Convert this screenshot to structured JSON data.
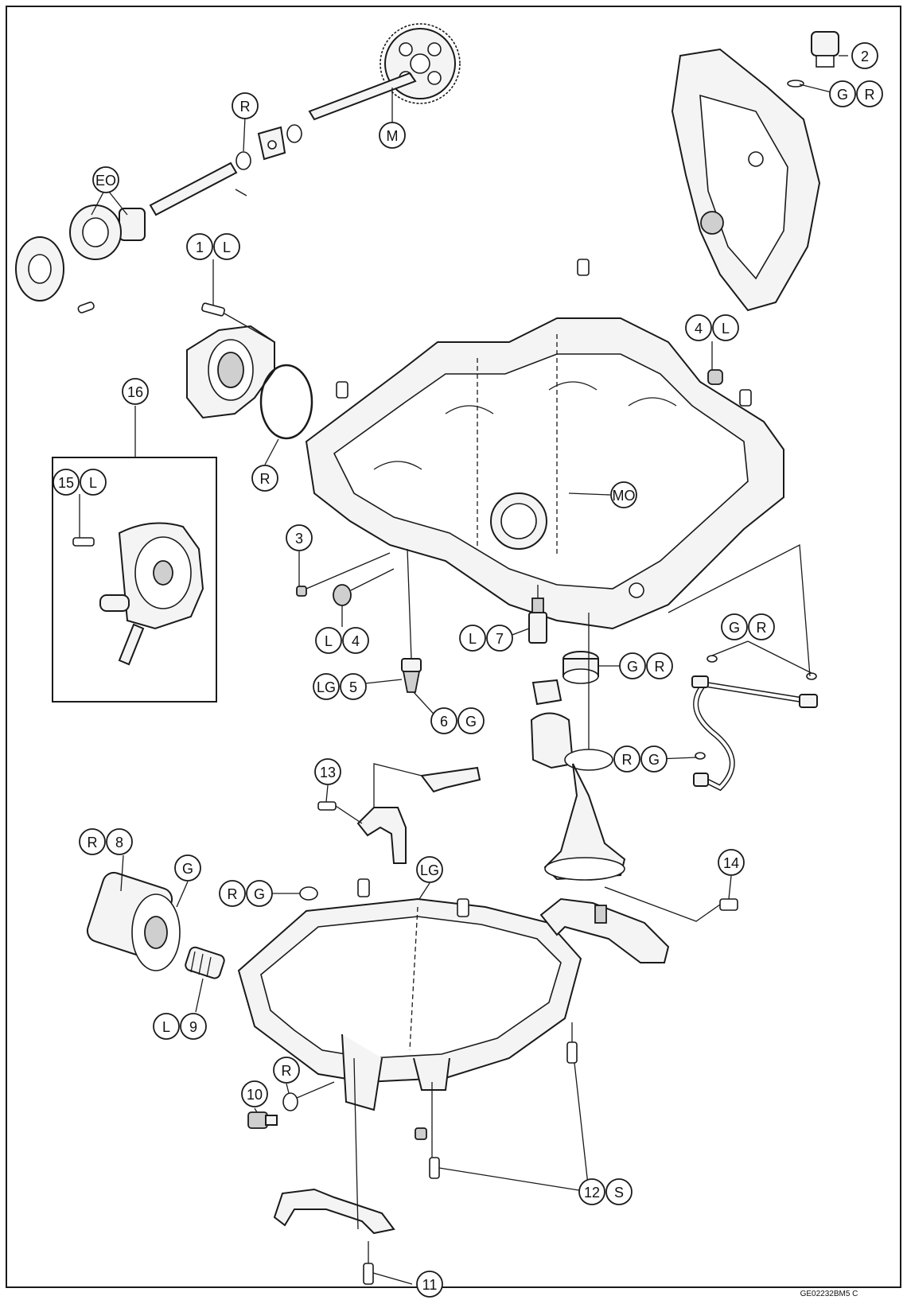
{
  "figure_code": "GE02232BM5 C",
  "callouts": [
    {
      "id": "c2",
      "texts": [
        "2"
      ]
    },
    {
      "id": "cGR_top",
      "texts": [
        "G",
        "R"
      ]
    },
    {
      "id": "cR_top",
      "texts": [
        "R"
      ]
    },
    {
      "id": "cM",
      "texts": [
        "M"
      ]
    },
    {
      "id": "cEO",
      "texts": [
        "EO"
      ]
    },
    {
      "id": "c1L",
      "texts": [
        "1",
        "L"
      ]
    },
    {
      "id": "c4L_top",
      "texts": [
        "4",
        "L"
      ]
    },
    {
      "id": "c16",
      "texts": [
        "16"
      ]
    },
    {
      "id": "c15L",
      "texts": [
        "15",
        "L"
      ]
    },
    {
      "id": "cR_mid",
      "texts": [
        "R"
      ]
    },
    {
      "id": "cMO",
      "texts": [
        "MO"
      ]
    },
    {
      "id": "c3",
      "texts": [
        "3"
      ]
    },
    {
      "id": "cL4",
      "texts": [
        "L",
        "4"
      ]
    },
    {
      "id": "cL7",
      "texts": [
        "L",
        "7"
      ]
    },
    {
      "id": "cGR_plug",
      "texts": [
        "G",
        "R"
      ]
    },
    {
      "id": "cGR_pipe",
      "texts": [
        "G",
        "R"
      ]
    },
    {
      "id": "cLG5",
      "texts": [
        "LG",
        "5"
      ]
    },
    {
      "id": "c6G",
      "texts": [
        "6",
        "G"
      ]
    },
    {
      "id": "cRG_pipe",
      "texts": [
        "R",
        "G"
      ]
    },
    {
      "id": "c13",
      "texts": [
        "13"
      ]
    },
    {
      "id": "cR8",
      "texts": [
        "R",
        "8"
      ]
    },
    {
      "id": "cG_filter",
      "texts": [
        "G"
      ]
    },
    {
      "id": "cRG_pan",
      "texts": [
        "R",
        "G"
      ]
    },
    {
      "id": "cLG_pan",
      "texts": [
        "LG"
      ]
    },
    {
      "id": "c14",
      "texts": [
        "14"
      ]
    },
    {
      "id": "cL9",
      "texts": [
        "L",
        "9"
      ]
    },
    {
      "id": "c10",
      "texts": [
        "10"
      ]
    },
    {
      "id": "cR_drain",
      "texts": [
        "R"
      ]
    },
    {
      "id": "c12S",
      "texts": [
        "12",
        "S"
      ]
    },
    {
      "id": "c11",
      "texts": [
        "11"
      ]
    }
  ]
}
